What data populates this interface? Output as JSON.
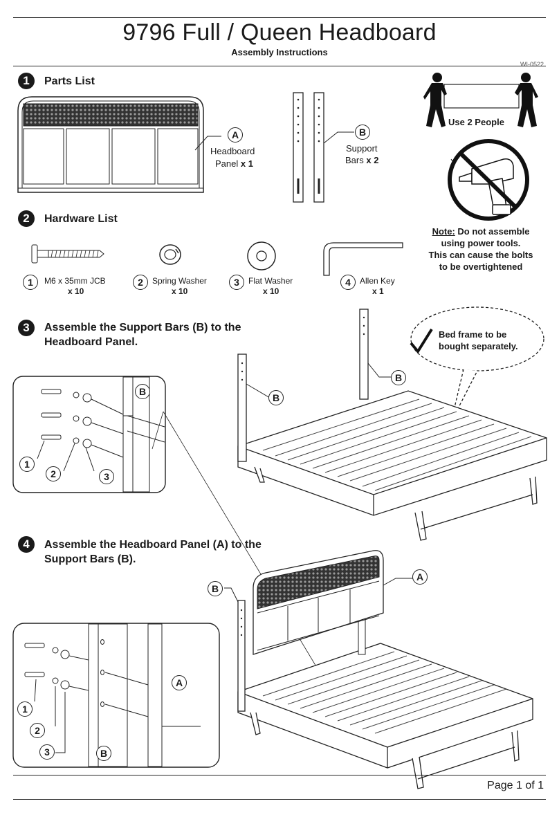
{
  "header": {
    "title": "9796 Full / Queen Headboard",
    "subtitle": "Assembly Instructions",
    "doc_id": "WI-0522"
  },
  "section1": {
    "number": "1",
    "title": "Parts List",
    "part_a": {
      "letter": "A",
      "name_line1": "Headboard",
      "name_line2": "Panel",
      "qty": "x 1"
    },
    "part_b": {
      "letter": "B",
      "name_line1": "Support",
      "name_line2": "Bars",
      "qty": "x 2"
    }
  },
  "section2": {
    "number": "2",
    "title": "Hardware List",
    "items": [
      {
        "number": "1",
        "name": "M6 x 35mm JCB",
        "qty": "x 10"
      },
      {
        "number": "2",
        "name": "Spring Washer",
        "qty": "x 10"
      },
      {
        "number": "3",
        "name": "Flat Washer",
        "qty": "x 10"
      },
      {
        "number": "4",
        "name": "Allen Key",
        "qty": "x 1"
      }
    ]
  },
  "warnings": {
    "people": "Use 2 People",
    "note_label": "Note:",
    "note_text_line1": "Do not assemble",
    "note_text_line2": "using power tools.",
    "note_text_line3": "This can cause the bolts",
    "note_text_line4": "to be overtightened"
  },
  "section3": {
    "number": "3",
    "title_line1": "Assemble the Support Bars (B) to the",
    "title_line2": "Headboard Panel.",
    "callout_line1": "Bed frame to be",
    "callout_line2": "bought separately.",
    "labels": {
      "b": "B",
      "n1": "1",
      "n2": "2",
      "n3": "3"
    }
  },
  "section4": {
    "number": "4",
    "title_line1": "Assemble the Headboard Panel (A) to the",
    "title_line2": "Support Bars (B).",
    "labels": {
      "a": "A",
      "b": "B",
      "n1": "1",
      "n2": "2",
      "n3": "3"
    }
  },
  "footer": {
    "page": "Page 1 of 1"
  }
}
